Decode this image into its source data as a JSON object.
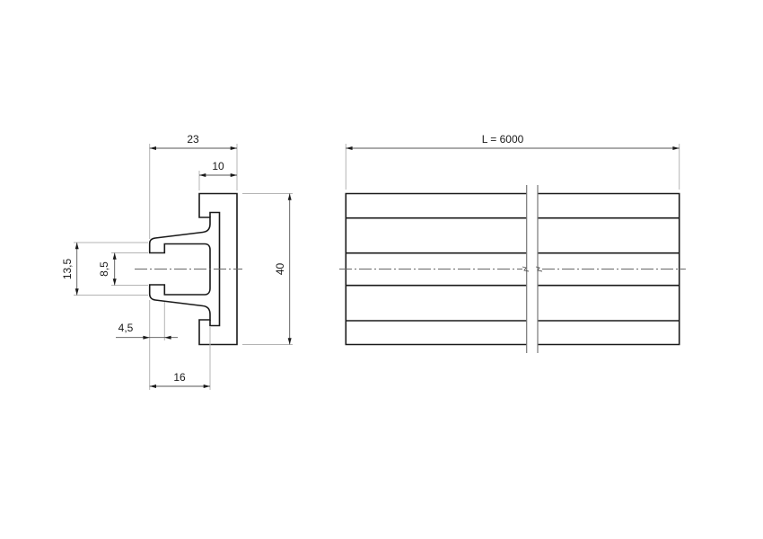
{
  "drawing": {
    "type": "technical-drawing",
    "views": {
      "cross_section": {
        "label": "profile cross-section",
        "dimensions": {
          "total_width": "23",
          "back_width": "10",
          "total_height": "40",
          "opening_height": "13,5",
          "slot_height": "8,5",
          "lip_width": "4,5",
          "depth": "16"
        }
      },
      "side_view": {
        "label": "profile length view",
        "length_dimension": "L = 6000",
        "longitudinal_lines": 4,
        "break_symbol": true
      }
    },
    "colors": {
      "outline": "#1a1a1a",
      "dimension": "#555555",
      "extension": "#b4b4b4",
      "background": "#ffffff"
    }
  }
}
